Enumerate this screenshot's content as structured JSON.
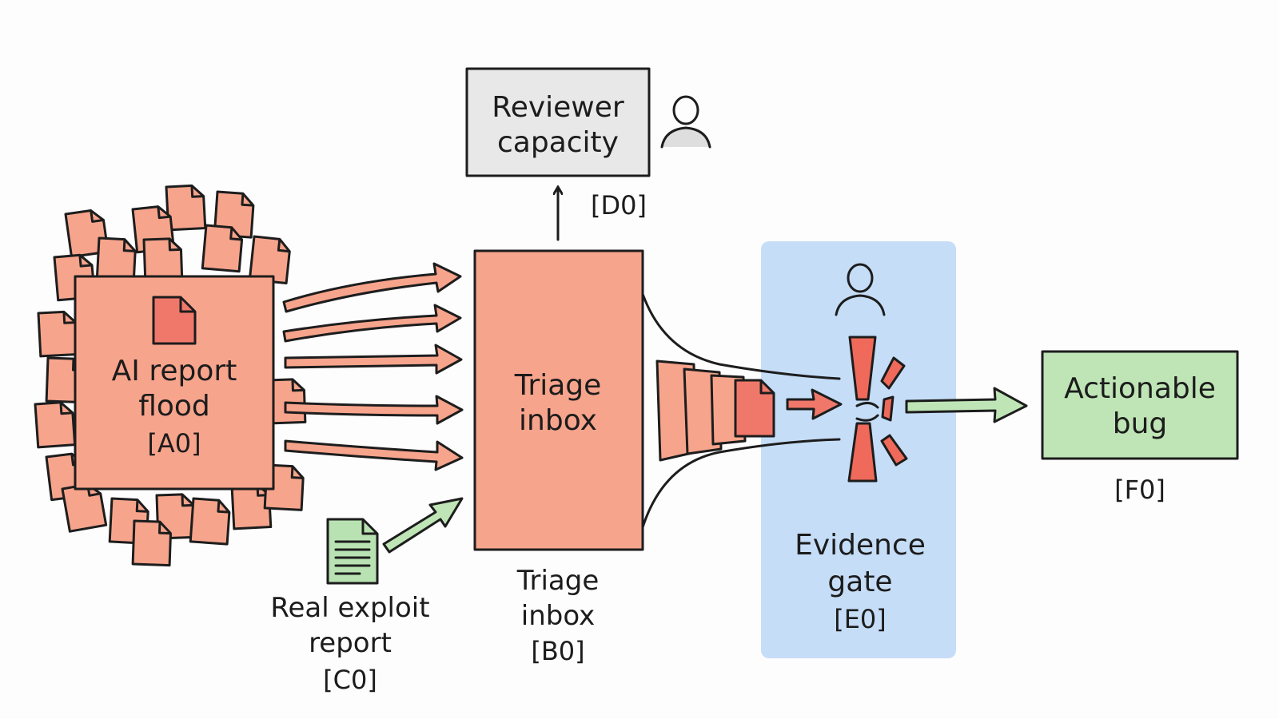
{
  "nodes": {
    "flood": {
      "line1": "AI report",
      "line2": "flood",
      "tag": "[A0]"
    },
    "inbox": {
      "line1": "Triage",
      "line2": "inbox"
    },
    "inbox_caption": {
      "line1": "Triage",
      "line2": "inbox",
      "tag": "[B0]"
    },
    "real_report": {
      "line1": "Real exploit",
      "line2": "report",
      "tag": "[C0]"
    },
    "reviewer": {
      "line1": "Reviewer",
      "line2": "capacity",
      "tag": "[D0]"
    },
    "gate": {
      "line1": "Evidence",
      "line2": "gate",
      "tag": "[E0]"
    },
    "bug": {
      "line1": "Actionable",
      "line2": "bug",
      "tag": "[F0]"
    }
  },
  "icons": {
    "flood_doc": "document-icon",
    "real_doc": "text-document-icon",
    "reviewer_person": "person-icon",
    "gate_person": "person-icon",
    "gate_symbol": "broken-gate-icon"
  },
  "colors": {
    "salmon": "#f7a48c",
    "salmon_dark": "#f0786a",
    "red_mark": "#ef6a5a",
    "green_fill": "#bfe5b6",
    "green_doc": "#b9e2b2",
    "gray_fill": "#e8e8e8",
    "blue_zone": "#c5ddf7",
    "ink": "#1d1d1d"
  }
}
